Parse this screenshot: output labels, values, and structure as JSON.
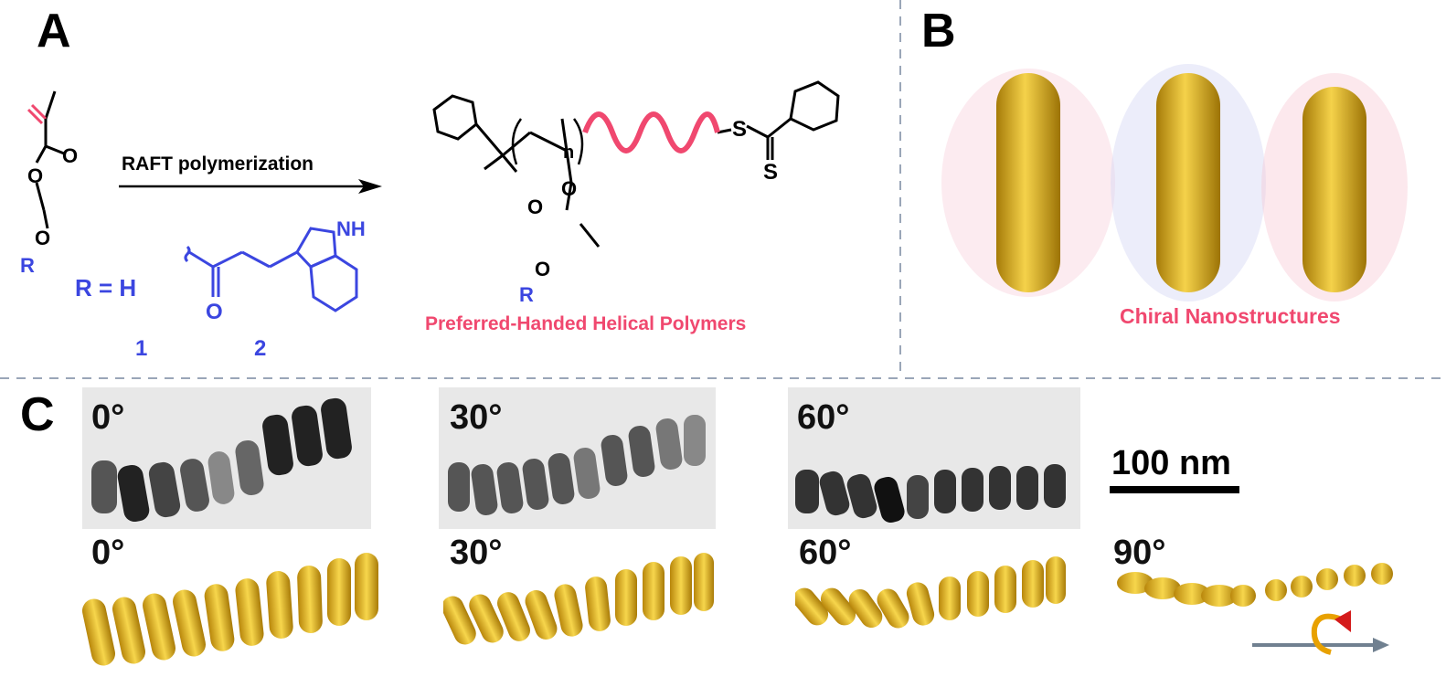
{
  "panels": {
    "a": "A",
    "b": "B",
    "c": "C"
  },
  "panel_a": {
    "arrow_label": "RAFT polymerization",
    "r_eq": "R = H",
    "compound_1": "1",
    "compound_2": "2",
    "product_label": "Preferred-Handed Helical Polymers",
    "atom_O": "O",
    "atom_R": "R",
    "atom_S": "S",
    "atom_n": "n",
    "atom_NH": "NH"
  },
  "panel_b": {
    "label": "Chiral Nanostructures"
  },
  "panel_c": {
    "tem_angles": [
      "0°",
      "30°",
      "60°"
    ],
    "model_angles": [
      "0°",
      "30°",
      "60°",
      "90°"
    ],
    "scale_bar": "100 nm"
  },
  "colors": {
    "blue": "#3b46e0",
    "pink": "#f0486f",
    "gold": "#e3b52a",
    "divider": "#9aa6b8"
  }
}
